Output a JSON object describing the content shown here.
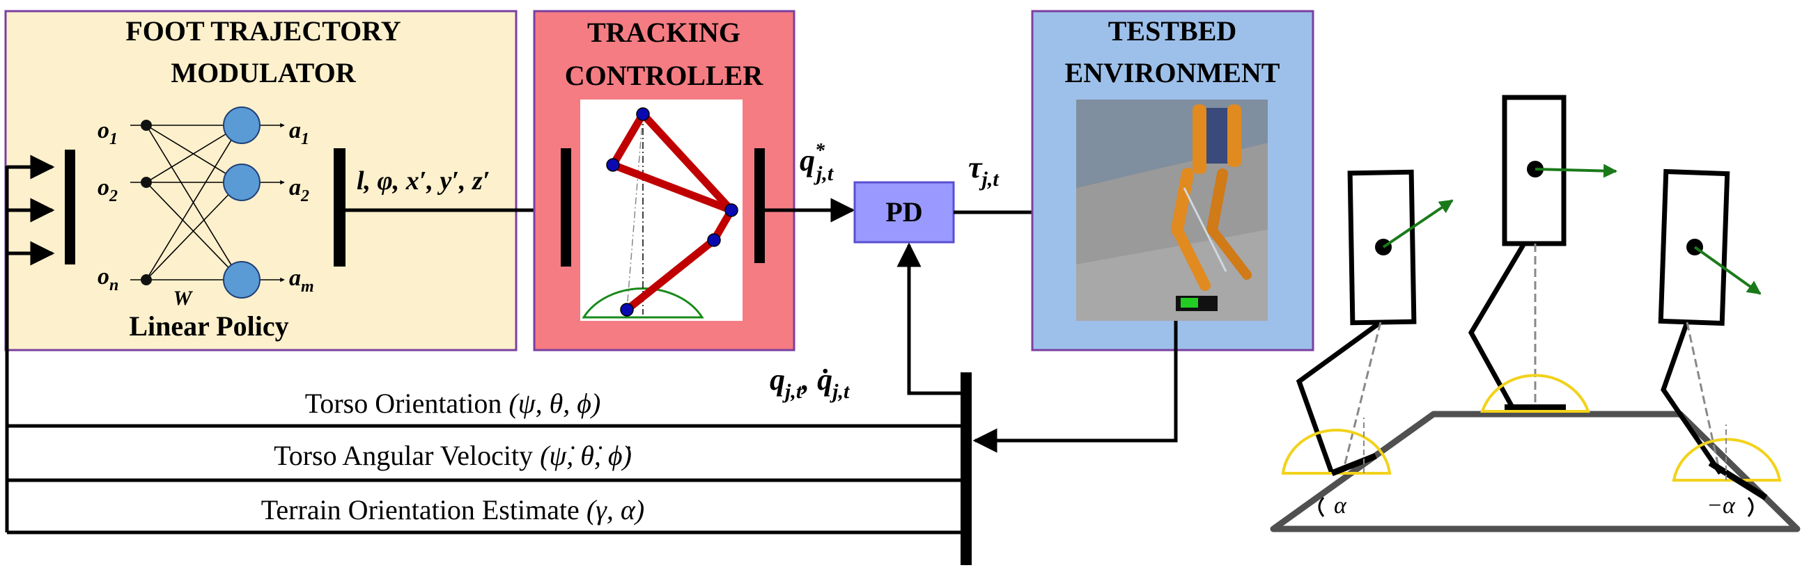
{
  "blocks": {
    "modulator": {
      "title_line1": "FOOT TRAJECTORY",
      "title_line2": "MODULATOR",
      "subtitle": "Linear Policy",
      "fill": "#fdf0cc",
      "border": "#7a3fa0"
    },
    "tracking": {
      "title_line1": "TRACKING",
      "title_line2": "CONTROLLER",
      "fill": "#f57c83",
      "border": "#7a3fa0"
    },
    "testbed": {
      "title_line1": "TESTBED",
      "title_line2": "ENVIRONMENT",
      "fill": "#9dc0ea",
      "border": "#7a3fa0"
    },
    "pd": {
      "label": "PD",
      "fill": "#9999ff",
      "border": "#5a4fd0"
    }
  },
  "policy": {
    "inputs": [
      {
        "sym": "o",
        "sub": "1"
      },
      {
        "sym": "o",
        "sub": "2"
      },
      {
        "sym": "o",
        "sub": "n"
      }
    ],
    "outputs": [
      {
        "sym": "a",
        "sub": "1"
      },
      {
        "sym": "a",
        "sub": "2"
      },
      {
        "sym": "a",
        "sub": "m"
      }
    ],
    "weight": "W",
    "node_color": "#5b9bd5"
  },
  "signals": {
    "params": "l, φ, x′, y′, z′",
    "q_star": {
      "base": "q",
      "sub": "j,t",
      "sup": "*"
    },
    "tau": {
      "base": "τ",
      "sub": "j,t"
    },
    "feedback_q": {
      "base1": "q",
      "sub1": "j,t",
      "base2": "q̇",
      "sub2": "j,t"
    }
  },
  "feedback_rows": [
    {
      "label": "Torso Orientation",
      "vars": "(ψ, θ, ϕ)"
    },
    {
      "label": "Torso Angular Velocity",
      "vars": "(ψ̇, θ̇, ϕ̇)"
    },
    {
      "label": "Terrain Orientation Estimate",
      "vars": "(γ, α)"
    }
  ],
  "terrain": {
    "angle_left": "α",
    "angle_right": "−α",
    "arrow_color": "#1a7a1a",
    "workspace_color": "#f2d21b",
    "ground_color": "#505050"
  }
}
